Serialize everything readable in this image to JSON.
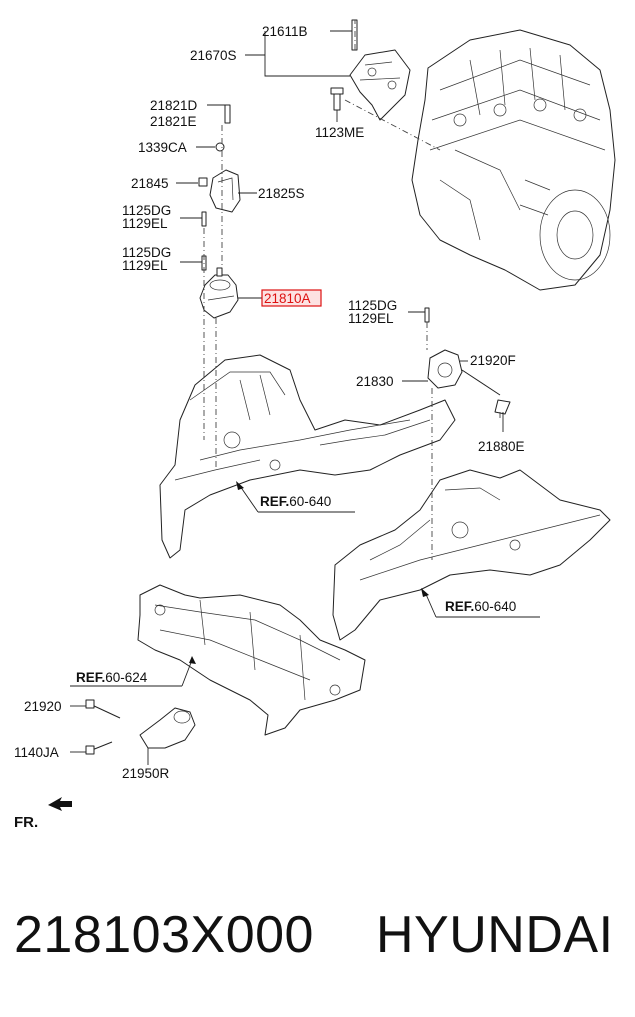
{
  "diagram": {
    "labels": {
      "l21611B": "21611B",
      "l21670S": "21670S",
      "l1123ME": "1123ME",
      "l21821D": "21821D",
      "l21821E": "21821E",
      "l1339CA": "1339CA",
      "l21845": "21845",
      "l21825S": "21825S",
      "l1125DG_a": "1125DG",
      "l1129EL_a": "1129EL",
      "l1125DG_b": "1125DG",
      "l1129EL_b": "1129EL",
      "l21810A": "21810A",
      "l1125DG_c": "1125DG",
      "l1129EL_c": "1129EL",
      "l21920F": "21920F",
      "l21830": "21830",
      "l21880E": "21880E",
      "l21920": "21920",
      "l1140JA": "1140JA",
      "l21950R": "21950R",
      "fr": "FR."
    },
    "refs": [
      {
        "prefix": "REF.",
        "num": "60-640"
      },
      {
        "prefix": "REF.",
        "num": "60-640"
      },
      {
        "prefix": "REF.",
        "num": "60-624"
      }
    ],
    "highlight_color": "#d11111"
  },
  "caption": {
    "part_number": "218103X000",
    "brand": "HYUNDAI"
  }
}
